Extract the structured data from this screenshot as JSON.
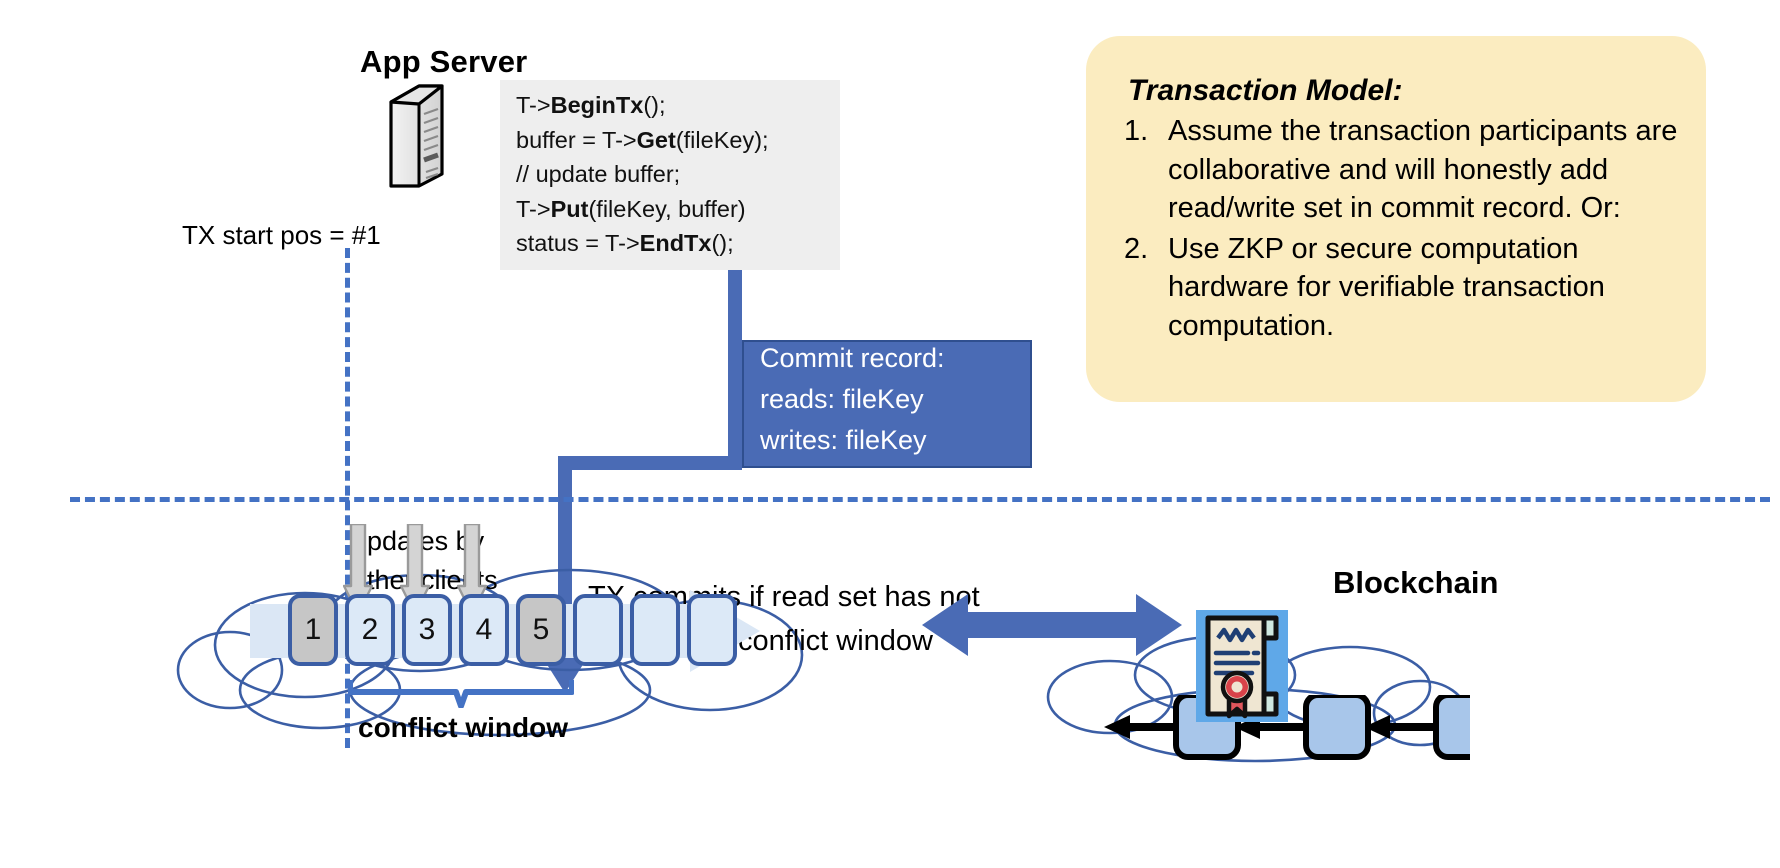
{
  "app_server": {
    "title": "App Server",
    "icon": "server-icon",
    "code": [
      {
        "pre": "T->",
        "bold": "BeginTx",
        "post": "();"
      },
      {
        "pre": "buffer = T->",
        "bold": "Get",
        "post": "(fileKey);"
      },
      {
        "pre": "// update buffer;",
        "bold": "",
        "post": ""
      },
      {
        "pre": "T->",
        "bold": "Put",
        "post": "(fileKey, buffer)"
      },
      {
        "pre": "status = T->",
        "bold": "EndTx",
        "post": "();"
      }
    ]
  },
  "commit_record": {
    "line1": "Commit record:",
    "line2": "reads: fileKey",
    "line3": "writes: fileKey"
  },
  "timeline": {
    "tx_start_label": "TX start pos = #1",
    "updates_label_line1": "updates by",
    "updates_label_line2": "other clients",
    "tx_commits_line1": "TX commits if read set has not",
    "tx_commits_line2": "changed in conflict window",
    "conflict_window_label": "conflict window",
    "cells": [
      {
        "label": "1",
        "filled": true
      },
      {
        "label": "2",
        "filled": false
      },
      {
        "label": "3",
        "filled": false
      },
      {
        "label": "4",
        "filled": false
      },
      {
        "label": "5",
        "filled": true
      },
      {
        "label": "",
        "filled": false
      },
      {
        "label": "",
        "filled": false
      },
      {
        "label": "",
        "filled": false
      }
    ]
  },
  "blockchain": {
    "label": "Blockchain",
    "certificate_icon": "certificate-icon",
    "block_count": 3
  },
  "model_note": {
    "title": "Transaction Model:",
    "items": [
      {
        "num": "1.",
        "text": "Assume the transaction participants are collaborative and will honestly add read/write set in commit record.  Or:"
      },
      {
        "num": "2.",
        "text": "Use ZKP or secure computation hardware for verifiable transaction computation."
      }
    ]
  },
  "colors": {
    "accent_blue": "#4472c4",
    "deep_blue": "#4a6bb5",
    "cell_blue": "#dce9f7",
    "cell_border": "#3b5ea5",
    "filled_grey": "#c6c6c6",
    "note_yellow": "#fbecc0",
    "code_bg": "#eeeeee"
  }
}
